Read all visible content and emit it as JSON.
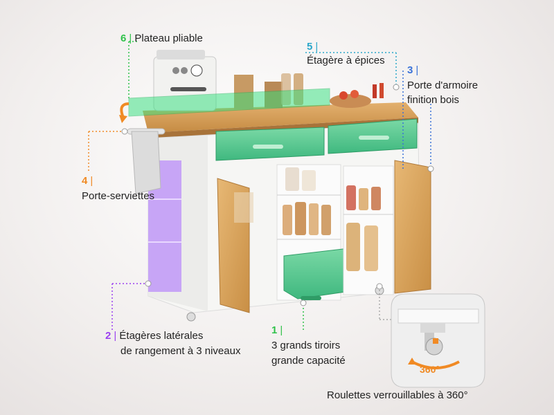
{
  "features": [
    {
      "num": "6",
      "label": "Plateau pliable",
      "color": "#2fc14a"
    },
    {
      "num": "5",
      "label": "Étagère à épices",
      "color": "#2aa6c9"
    },
    {
      "num": "3",
      "label_line1": "Porte d'armoire",
      "label_line2": "finition bois",
      "color": "#3a72d8"
    },
    {
      "num": "4",
      "label": "Porte-serviettes",
      "color": "#f08a24"
    },
    {
      "num": "2",
      "label_line1": "Étagères latérales",
      "label_line2": "de rangement à 3 niveaux",
      "color": "#9a3ff0"
    },
    {
      "num": "1",
      "label_line1": "3 grands tiroirs",
      "label_line2": "grande capacité",
      "color": "#2fc14a"
    }
  ],
  "wheel_inset": {
    "badge": "360°",
    "caption": "Roulettes verrouillables à 360°"
  },
  "separator": "|"
}
